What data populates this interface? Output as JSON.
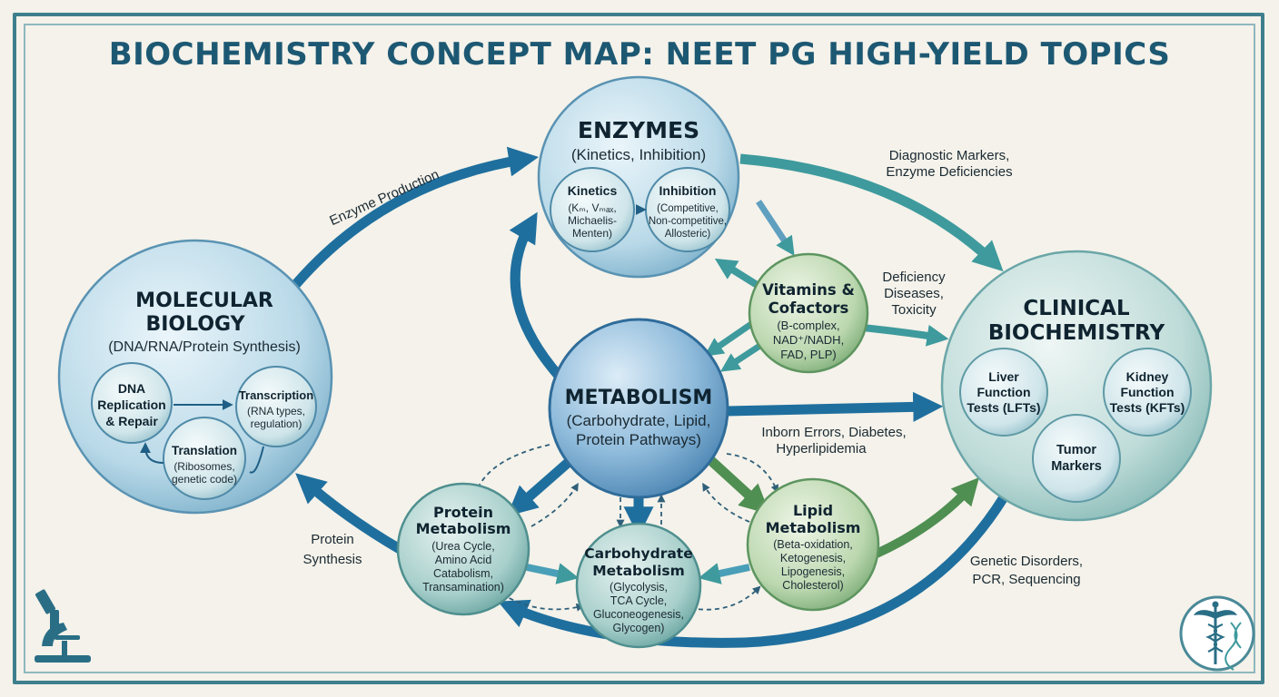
{
  "title": "BIOCHEMISTRY CONCEPT MAP: NEET PG HIGH-YIELD TOPICS",
  "enzymes": {
    "title": "ENZYMES",
    "subtitle": "(Kinetics, Inhibition)",
    "kinetics": {
      "title": "Kinetics",
      "lines": [
        "(Kₘ, Vₘₐₓ,",
        "Michaelis-",
        "Menten)"
      ]
    },
    "inhibition": {
      "title": "Inhibition",
      "lines": [
        "(Competitive,",
        "Non-competitive,",
        "Allosteric)"
      ]
    }
  },
  "molecular_biology": {
    "title_lines": [
      "MOLECULAR",
      "BIOLOGY"
    ],
    "subtitle": "(DNA/RNA/Protein Synthesis)",
    "dna": {
      "title_lines": [
        "DNA",
        "Replication",
        "& Repair"
      ]
    },
    "transcription": {
      "title": "Transcription",
      "lines": [
        "(RNA types,",
        "regulation)"
      ]
    },
    "translation": {
      "title": "Translation",
      "lines": [
        "(Ribosomes,",
        "genetic code)"
      ]
    }
  },
  "metabolism": {
    "title": "METABOLISM",
    "lines": [
      "(Carbohydrate, Lipid,",
      "Protein Pathways)"
    ]
  },
  "vitamins": {
    "title_lines": [
      "Vitamins &",
      "Cofactors"
    ],
    "lines": [
      "(B-complex,",
      "NAD⁺/NADH,",
      "FAD, PLP)"
    ]
  },
  "clinical": {
    "title_lines": [
      "CLINICAL",
      "BIOCHEMISTRY"
    ],
    "liver": {
      "title_lines": [
        "Liver",
        "Function",
        "Tests (LFTs)"
      ]
    },
    "kidney": {
      "title_lines": [
        "Kidney",
        "Function",
        "Tests (KFTs)"
      ]
    },
    "tumor": {
      "title_lines": [
        "Tumor",
        "Markers"
      ]
    }
  },
  "protein_metabolism": {
    "title_lines": [
      "Protein",
      "Metabolism"
    ],
    "lines": [
      "(Urea Cycle,",
      "Amino Acid",
      "Catabolism,",
      "Transamination)"
    ]
  },
  "carbohydrate_metabolism": {
    "title_lines": [
      "Carbohydrate",
      "Metabolism"
    ],
    "lines": [
      "(Glycolysis,",
      "TCA Cycle,",
      "Gluconeogenesis,",
      "Glycogen)"
    ]
  },
  "lipid_metabolism": {
    "title_lines": [
      "Lipid",
      "Metabolism"
    ],
    "lines": [
      "(Beta-oxidation,",
      "Ketogenesis,",
      "Lipogenesis,",
      "Cholesterol)"
    ]
  },
  "edge_labels": {
    "enzyme_production": "Enzyme Production",
    "diagnostic": [
      "Diagnostic Markers,",
      "Enzyme Deficiencies"
    ],
    "deficiency": [
      "Deficiency",
      "Diseases,",
      "Toxicity"
    ],
    "inborn": [
      "Inborn Errors, Diabetes,",
      "Hyperlipidemia"
    ],
    "protein_synthesis": [
      "Protein",
      "Synthesis"
    ],
    "genetic": [
      "Genetic Disorders,",
      "PCR, Sequencing"
    ]
  },
  "icons": {
    "microscope": "microscope-icon",
    "caduceus": "caduceus-icon"
  },
  "colors": {
    "title": "#1d5873",
    "arrow_blue": "#1f6f9e",
    "arrow_teal": "#3e9a9d",
    "arrow_green": "#4f8f52",
    "frame": "#3f7f8d"
  }
}
